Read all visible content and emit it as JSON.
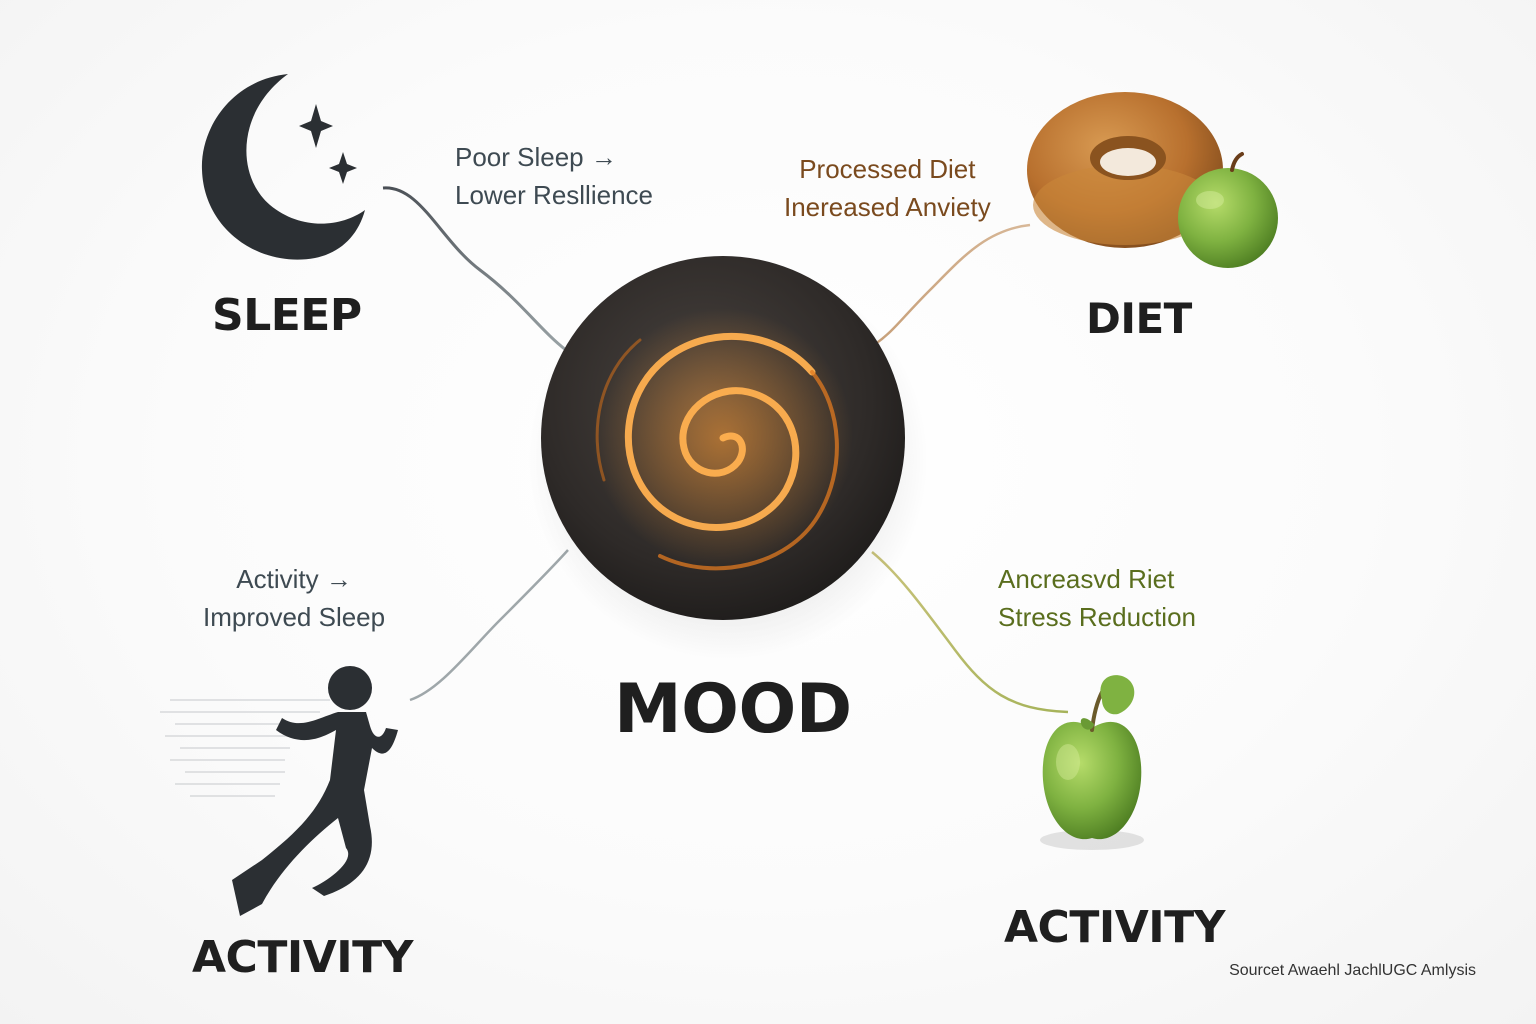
{
  "center": {
    "label": "MOOD"
  },
  "factors": {
    "sleep": {
      "label": "SLEEP",
      "note_line1": "Poor Sleep →",
      "note_line2": "Lower Resllience",
      "note_color": "#3e4a52"
    },
    "diet": {
      "label": "DIET",
      "note_line1": "Processed Diet",
      "note_line2": "Inereased Anviety",
      "note_color": "#7a4a1e"
    },
    "activity_left": {
      "label": "ACTIVITY",
      "note_line1": "Activity →",
      "note_line2": "Improved Sleep",
      "note_color": "#3e4a52"
    },
    "activity_right": {
      "label": "ACTIVITY",
      "note_line1": "Ancreasvd Riet",
      "note_line2": "Stress Reduction",
      "note_color": "#5a6e1e"
    }
  },
  "icons": {
    "sleep": "moon-stars-icon",
    "diet": "donut-apple-icon",
    "activity_left": "runner-icon",
    "activity_right": "apple-icon"
  },
  "colors": {
    "mood_circle": "#2e2a28",
    "mood_swirl": "#f08a24",
    "icon_dark": "#2b2f33",
    "apple_green": "#7fb241"
  },
  "source": "Sourcet Awaehl JachlUGC Amlysis"
}
